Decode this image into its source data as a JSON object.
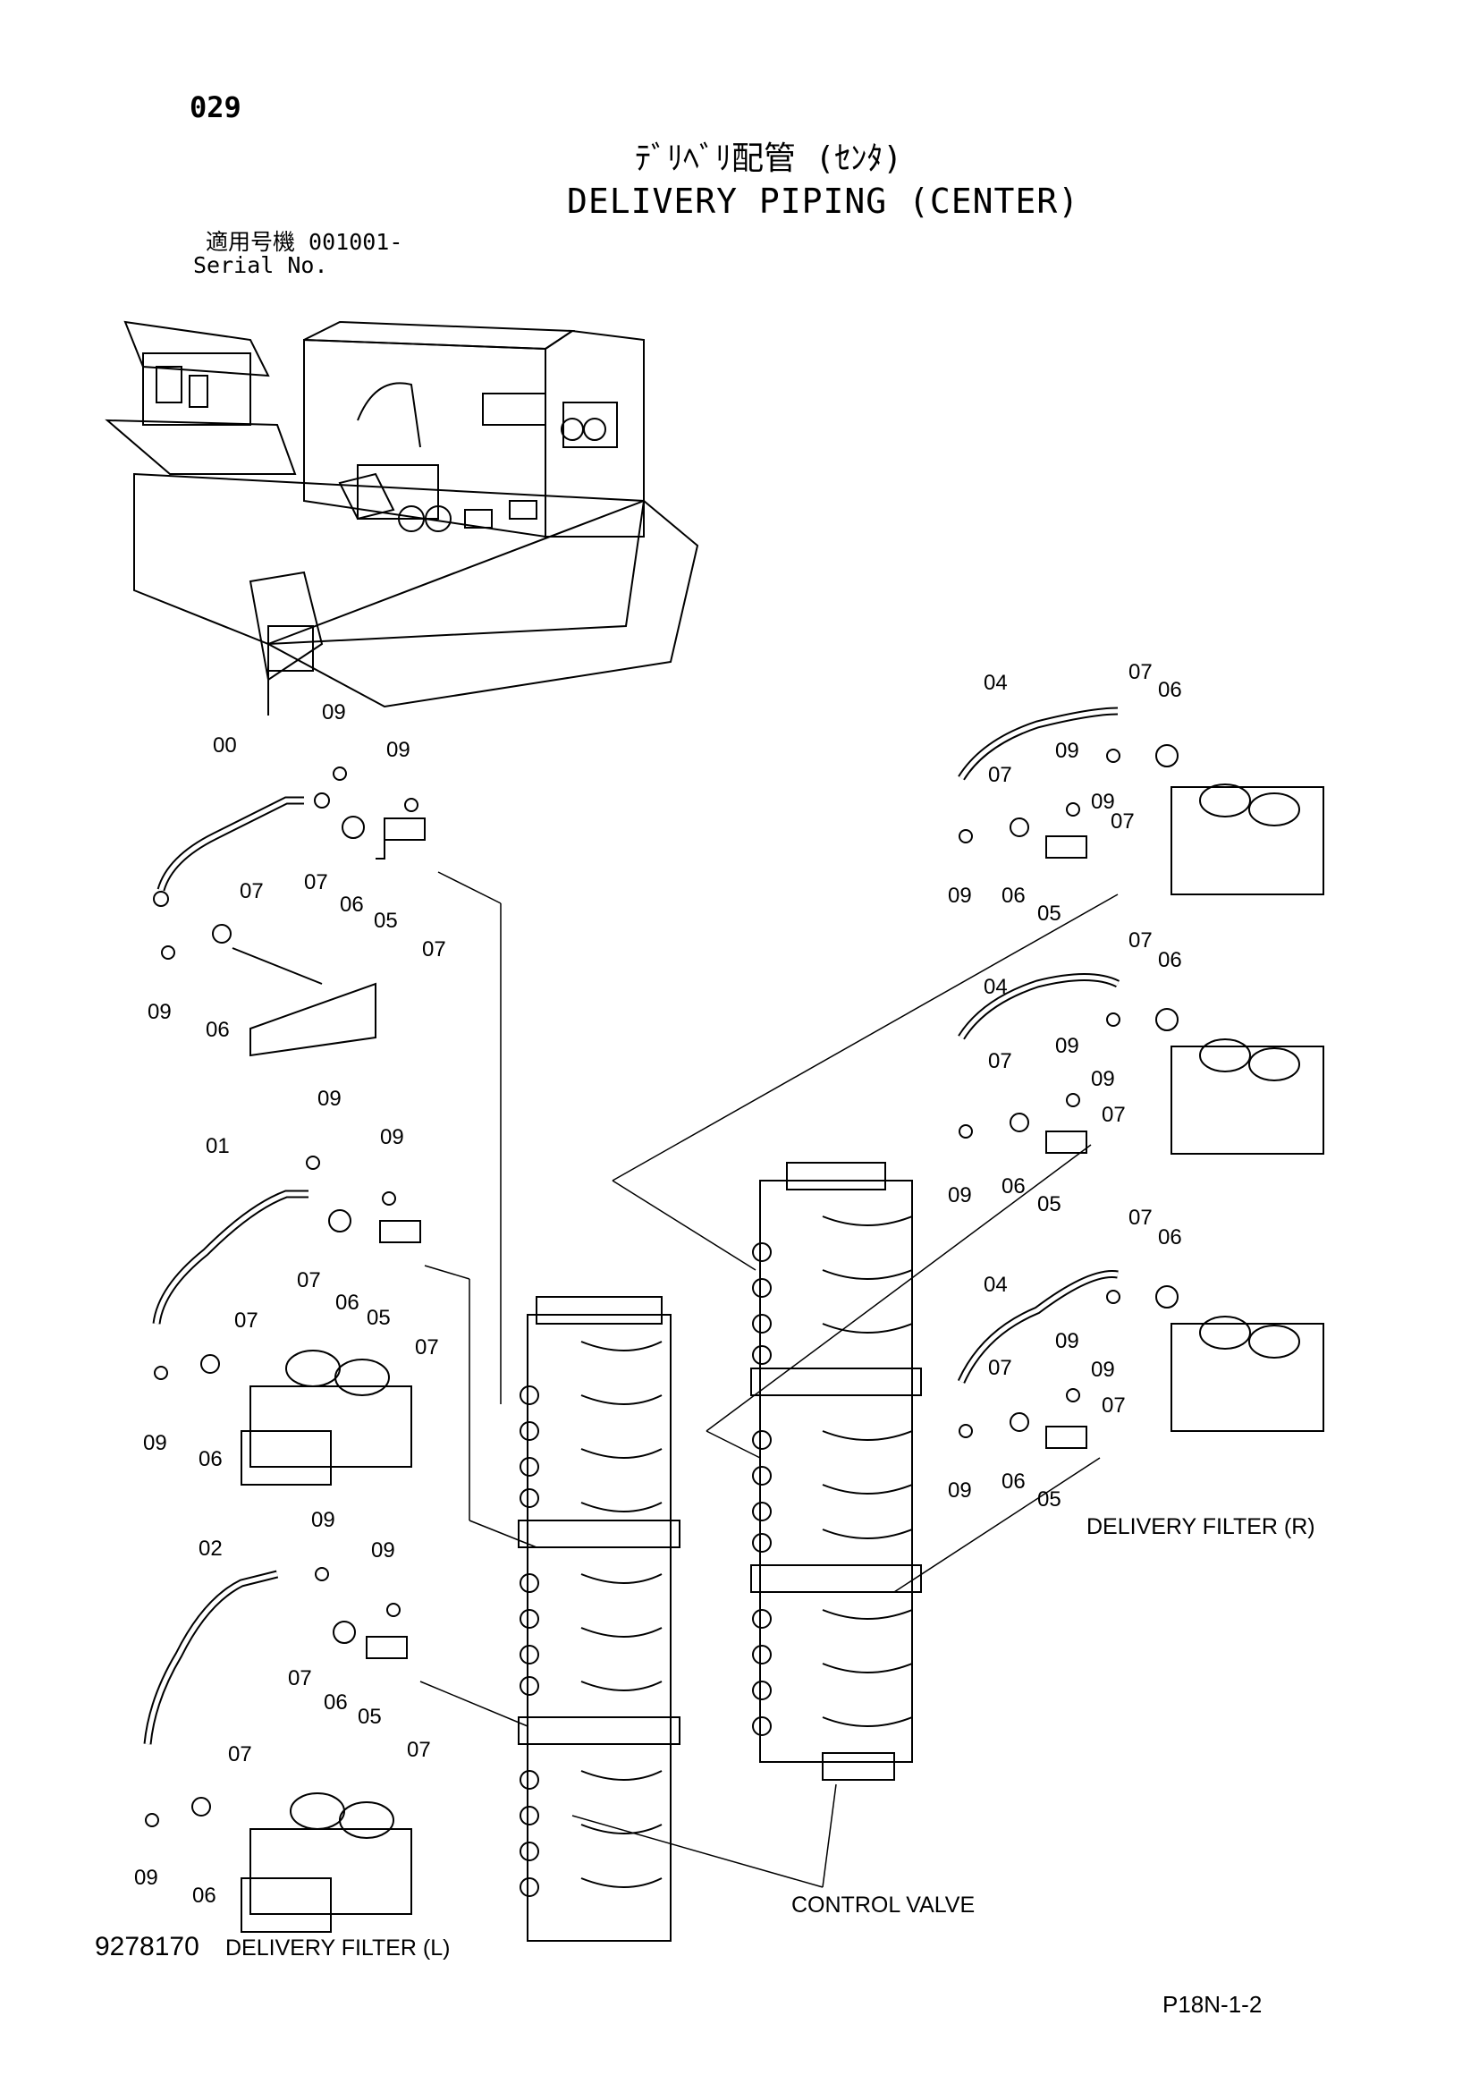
{
  "page_number": "029",
  "title_jp": "ﾃﾞﾘﾍﾞﾘ配管 (ｾﾝﾀ)",
  "title_en": "DELIVERY PIPING (CENTER)",
  "serial_jp": "適用号機  001001-",
  "serial_en": "Serial No.",
  "part_number": "9278170",
  "doc_code": "P18N-1-2",
  "labels": {
    "delivery_filter_l": "DELIVERY FILTER (L)",
    "delivery_filter_r": "DELIVERY FILTER (R)",
    "control_valve": "CONTROL VALVE"
  },
  "callouts": [
    {
      "text": "00"
    },
    {
      "text": "09"
    },
    {
      "text": "09"
    },
    {
      "text": "07"
    },
    {
      "text": "06"
    },
    {
      "text": "05"
    },
    {
      "text": "07"
    },
    {
      "text": "07"
    },
    {
      "text": "09"
    },
    {
      "text": "06"
    },
    {
      "text": "09"
    },
    {
      "text": "01"
    },
    {
      "text": "09"
    },
    {
      "text": "07"
    },
    {
      "text": "06"
    },
    {
      "text": "05"
    },
    {
      "text": "07"
    },
    {
      "text": "07"
    },
    {
      "text": "09"
    },
    {
      "text": "06"
    },
    {
      "text": "09"
    },
    {
      "text": "02"
    },
    {
      "text": "09"
    },
    {
      "text": "07"
    },
    {
      "text": "06"
    },
    {
      "text": "05"
    },
    {
      "text": "07"
    },
    {
      "text": "07"
    },
    {
      "text": "09"
    },
    {
      "text": "06"
    },
    {
      "text": "04"
    },
    {
      "text": "07"
    },
    {
      "text": "06"
    },
    {
      "text": "07"
    },
    {
      "text": "09"
    },
    {
      "text": "09"
    },
    {
      "text": "07"
    },
    {
      "text": "09"
    },
    {
      "text": "06"
    },
    {
      "text": "05"
    },
    {
      "text": "04"
    },
    {
      "text": "07"
    },
    {
      "text": "06"
    },
    {
      "text": "07"
    },
    {
      "text": "09"
    },
    {
      "text": "09"
    },
    {
      "text": "07"
    },
    {
      "text": "09"
    },
    {
      "text": "06"
    },
    {
      "text": "05"
    },
    {
      "text": "04"
    },
    {
      "text": "07"
    },
    {
      "text": "06"
    },
    {
      "text": "07"
    },
    {
      "text": "09"
    },
    {
      "text": "09"
    },
    {
      "text": "07"
    },
    {
      "text": "09"
    },
    {
      "text": "06"
    },
    {
      "text": "05"
    }
  ]
}
